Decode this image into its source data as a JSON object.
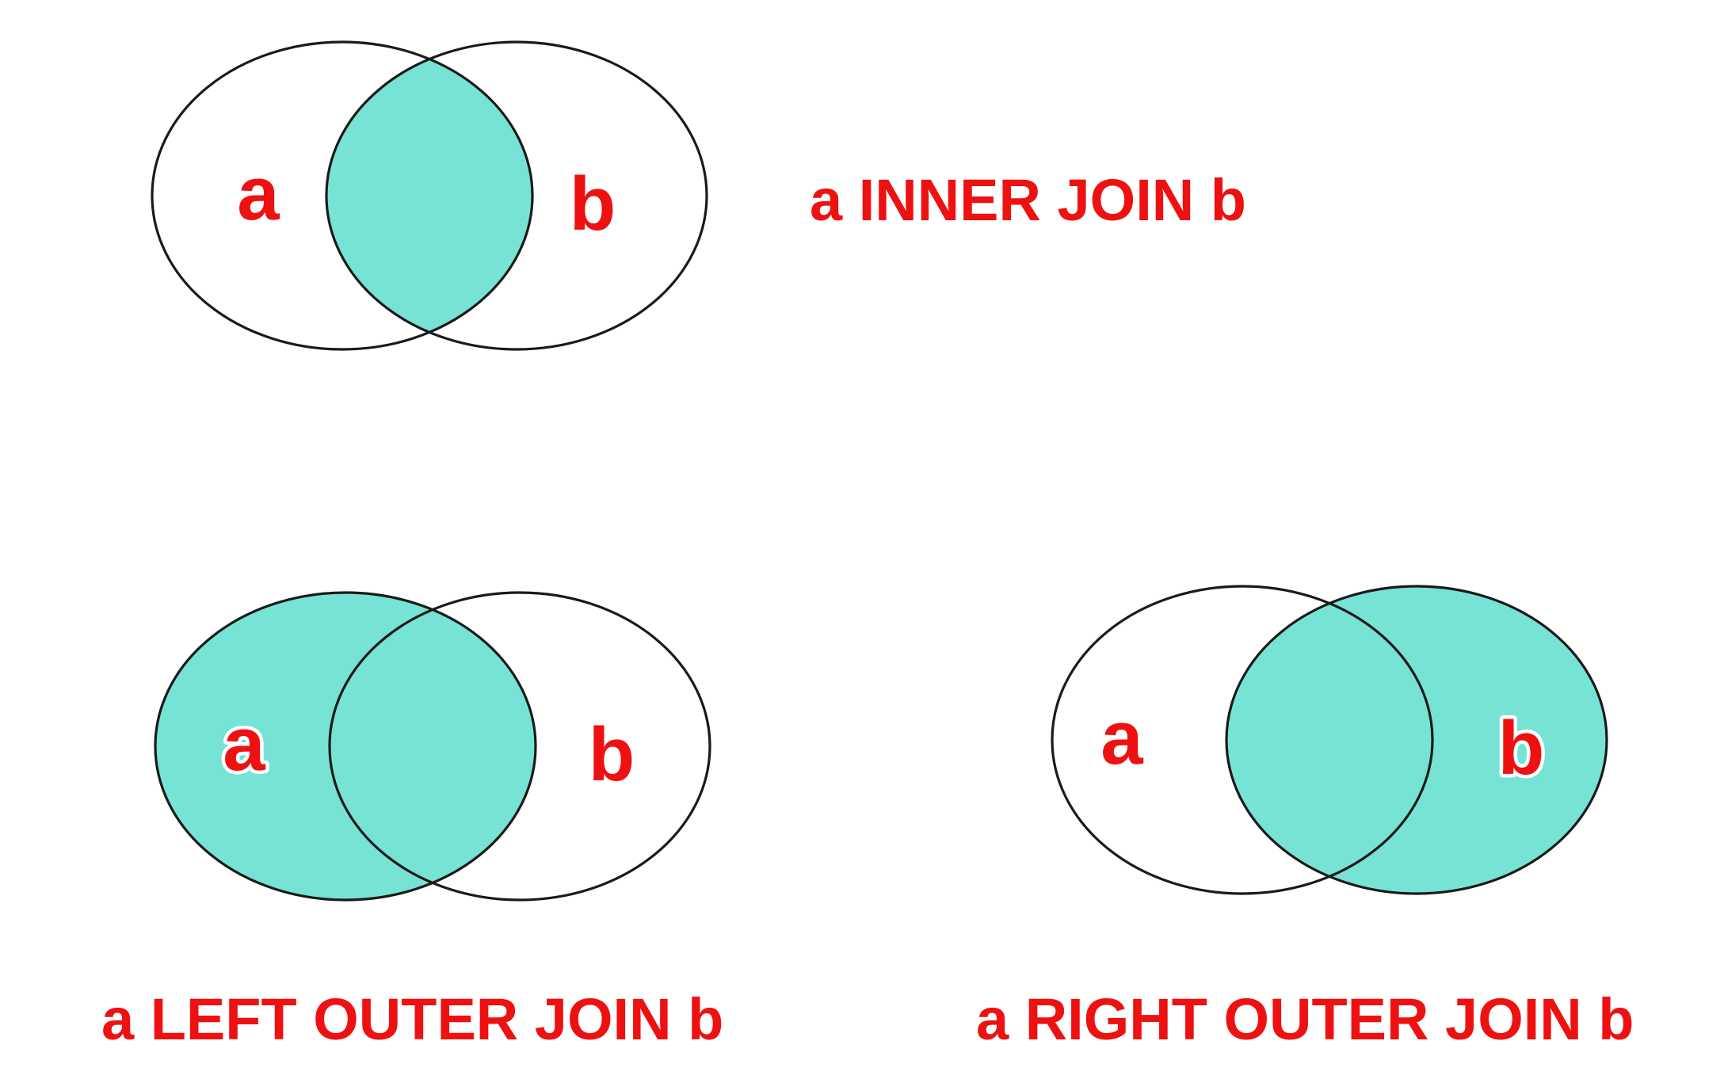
{
  "colors": {
    "fill": "#76e3d4",
    "text": "#ee1111",
    "outline": "#1a1a1a",
    "background": "#ffffff"
  },
  "diagrams": [
    {
      "id": "inner",
      "caption": "a INNER JOIN b",
      "set_a_label": "a",
      "set_b_label": "b",
      "shaded": [
        "intersection"
      ]
    },
    {
      "id": "left",
      "caption": "a LEFT OUTER JOIN b",
      "set_a_label": "a",
      "set_b_label": "b",
      "shaded": [
        "a_only",
        "intersection"
      ]
    },
    {
      "id": "right",
      "caption": "a RIGHT OUTER JOIN b",
      "set_a_label": "a",
      "set_b_label": "b",
      "shaded": [
        "intersection",
        "b_only"
      ]
    }
  ]
}
